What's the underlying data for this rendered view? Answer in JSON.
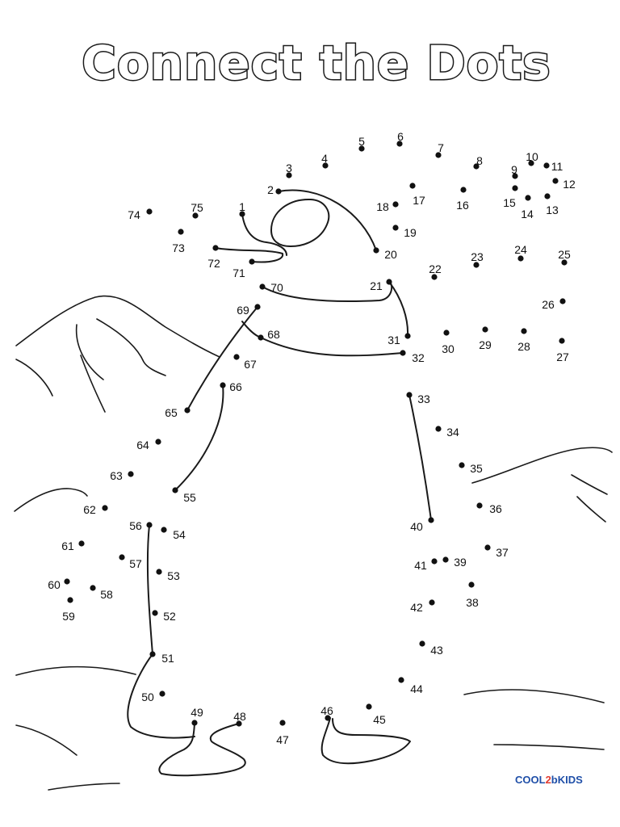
{
  "title": "Connect the Dots",
  "logo": {
    "part1": "COOL",
    "part2": "2",
    "part3": "bKIDS"
  },
  "colors": {
    "ink": "#111111",
    "logo_blue": "#1f4fa8",
    "logo_red": "#e23a2f"
  },
  "dots": [
    {
      "n": "1"
    },
    {
      "n": "2"
    },
    {
      "n": "3"
    },
    {
      "n": "4"
    },
    {
      "n": "5"
    },
    {
      "n": "6"
    },
    {
      "n": "7"
    },
    {
      "n": "8"
    },
    {
      "n": "9"
    },
    {
      "n": "10"
    },
    {
      "n": "11"
    },
    {
      "n": "12"
    },
    {
      "n": "13"
    },
    {
      "n": "14"
    },
    {
      "n": "15"
    },
    {
      "n": "16"
    },
    {
      "n": "17"
    },
    {
      "n": "18"
    },
    {
      "n": "19"
    },
    {
      "n": "20"
    },
    {
      "n": "21"
    },
    {
      "n": "22"
    },
    {
      "n": "23"
    },
    {
      "n": "24"
    },
    {
      "n": "25"
    },
    {
      "n": "26"
    },
    {
      "n": "27"
    },
    {
      "n": "28"
    },
    {
      "n": "29"
    },
    {
      "n": "30"
    },
    {
      "n": "31"
    },
    {
      "n": "32"
    },
    {
      "n": "33"
    },
    {
      "n": "34"
    },
    {
      "n": "35"
    },
    {
      "n": "36"
    },
    {
      "n": "37"
    },
    {
      "n": "38"
    },
    {
      "n": "39"
    },
    {
      "n": "40"
    },
    {
      "n": "41"
    },
    {
      "n": "42"
    },
    {
      "n": "43"
    },
    {
      "n": "44"
    },
    {
      "n": "45"
    },
    {
      "n": "46"
    },
    {
      "n": "47"
    },
    {
      "n": "48"
    },
    {
      "n": "49"
    },
    {
      "n": "50"
    },
    {
      "n": "51"
    },
    {
      "n": "52"
    },
    {
      "n": "53"
    },
    {
      "n": "54"
    },
    {
      "n": "55"
    },
    {
      "n": "56"
    },
    {
      "n": "57"
    },
    {
      "n": "58"
    },
    {
      "n": "59"
    },
    {
      "n": "60"
    },
    {
      "n": "61"
    },
    {
      "n": "62"
    },
    {
      "n": "63"
    },
    {
      "n": "64"
    },
    {
      "n": "65"
    },
    {
      "n": "66"
    },
    {
      "n": "67"
    },
    {
      "n": "68"
    },
    {
      "n": "69"
    },
    {
      "n": "70"
    },
    {
      "n": "71"
    },
    {
      "n": "72"
    },
    {
      "n": "73"
    },
    {
      "n": "74"
    },
    {
      "n": "75"
    }
  ]
}
